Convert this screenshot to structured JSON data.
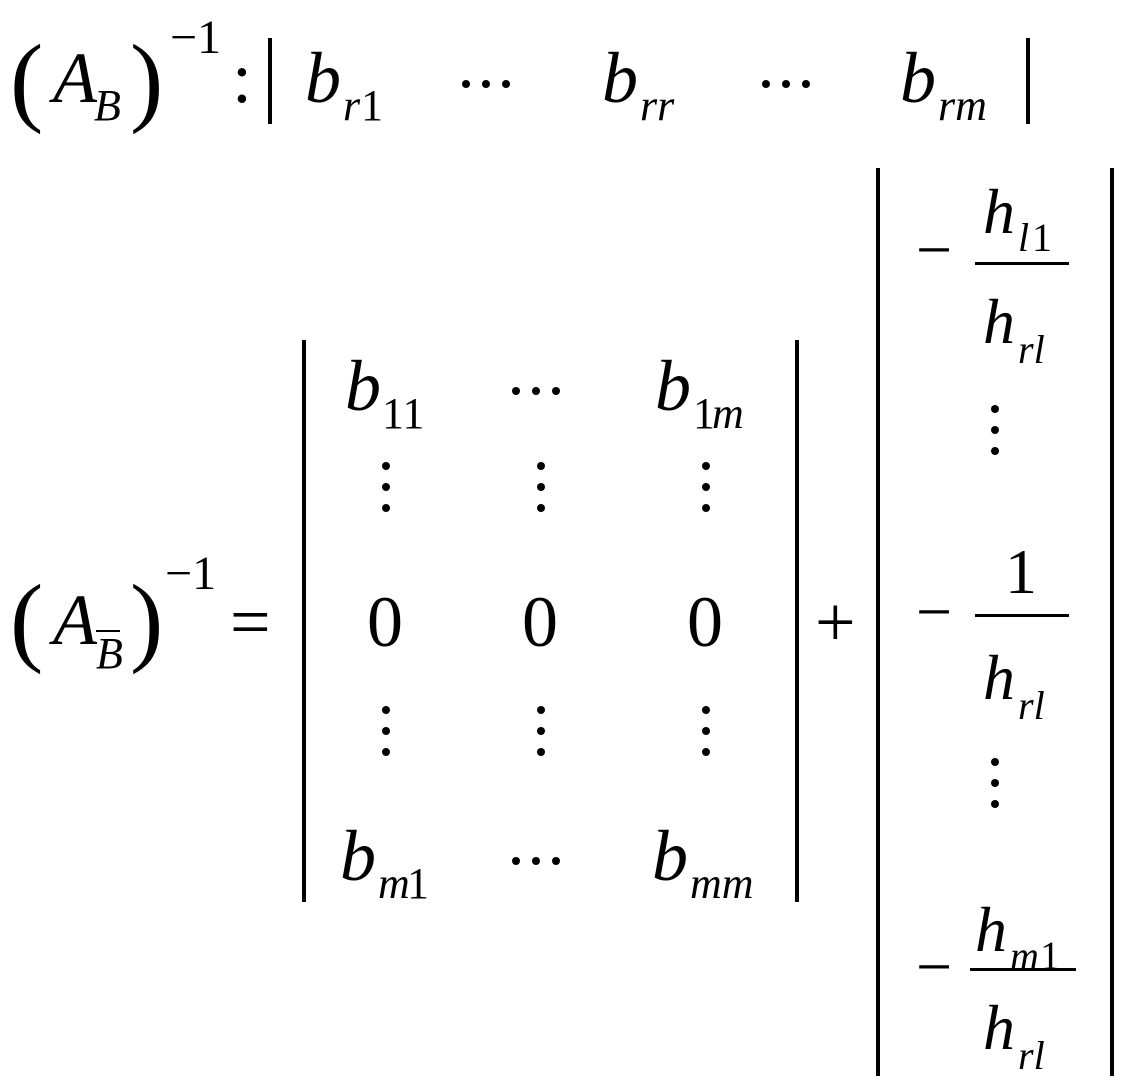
{
  "line1": {
    "lhs": {
      "base": "A",
      "subscript": "B",
      "superscript": "−1"
    },
    "colon": ":",
    "row": [
      {
        "base": "b",
        "sub_var": "r",
        "sub_num": "1"
      },
      {
        "base": "b",
        "sub_var": "rr"
      },
      {
        "base": "b",
        "sub_var": "rm"
      }
    ]
  },
  "line2": {
    "lhs": {
      "base": "A",
      "subscript": "B",
      "superscript": "−1"
    },
    "equals": "=",
    "plus": "+",
    "matrix1": {
      "first_row": [
        {
          "base": "b",
          "sub_num": "11"
        },
        {
          "base": "b",
          "sub_num": "1",
          "sub_var": "m"
        }
      ],
      "middle_row": [
        "0",
        "0",
        "0"
      ],
      "last_row": [
        {
          "base": "b",
          "sub_var": "m",
          "sub_num": "1"
        },
        {
          "base": "b",
          "sub_var": "mm"
        }
      ]
    },
    "vector2": {
      "entries": [
        {
          "sign": "−",
          "numerator": {
            "base": "h",
            "sub_var": "l",
            "sub_num": "1"
          },
          "denominator": {
            "base": "h",
            "sub_var": "rl"
          }
        },
        {
          "sign": "−",
          "numerator": {
            "text": "1"
          },
          "denominator": {
            "base": "h",
            "sub_var": "rl"
          }
        },
        {
          "sign": "−",
          "numerator": {
            "base": "h",
            "sub_var": "m",
            "sub_num": "1"
          },
          "denominator": {
            "base": "h",
            "sub_var": "rl"
          }
        }
      ]
    }
  }
}
